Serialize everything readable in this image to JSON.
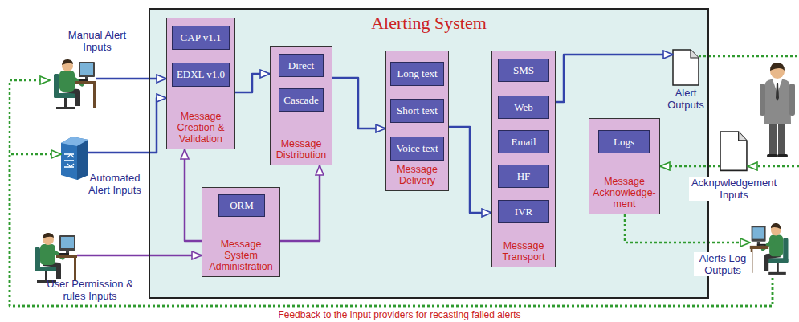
{
  "diagram": {
    "nodes": [
      {
        "text": [
          "Alerting System"
        ]
      },
      {
        "text": [
          "Message Creation & Validation"
        ],
        "in": 0
      },
      {
        "text": [
          "CAP v1.1"
        ],
        "in": 1
      },
      {
        "text": [
          "EDXL v1.0"
        ],
        "in": 1
      },
      {
        "text": [
          "Message Distribution"
        ],
        "in": 0
      },
      {
        "text": [
          "Direct"
        ],
        "in": 4
      },
      {
        "text": [
          "Cascade"
        ],
        "in": 4
      },
      {
        "text": [
          "Message Delivery"
        ],
        "in": 0
      },
      {
        "text": [
          "Long text"
        ],
        "in": 7
      },
      {
        "text": [
          "Short text"
        ],
        "in": 7
      },
      {
        "text": [
          "Voice text"
        ],
        "in": 7
      },
      {
        "text": [
          "Message Transport"
        ],
        "in": 0
      },
      {
        "text": [
          "SMS"
        ],
        "in": 11
      },
      {
        "text": [
          "Web"
        ],
        "in": 11
      },
      {
        "text": [
          "Email"
        ],
        "in": 11
      },
      {
        "text": [
          "HF"
        ],
        "in": 11
      },
      {
        "text": [
          "IVR"
        ],
        "in": 11
      },
      {
        "text": [
          "Message Acknowledge-ment"
        ],
        "in": 0
      },
      {
        "text": [
          "Logs"
        ],
        "in": 17
      },
      {
        "text": [
          "Message System Administration"
        ],
        "in": 0
      },
      {
        "text": [
          "ORM"
        ],
        "in": 19
      },
      {
        "text": [
          "Manual Alert Inputs"
        ]
      },
      {
        "text": [
          "Automated Alert Inputs"
        ]
      },
      {
        "text": [
          "User Permission & rules Inputs"
        ]
      },
      {
        "text": [
          "Alert Outputs"
        ]
      },
      {
        "text": [
          "Acknpwledgement Inputs"
        ]
      },
      {
        "text": [
          "Alerts Log Outputs"
        ]
      }
    ],
    "edges": [
      {
        "from": 21,
        "to": 1,
        "arrow": "to"
      },
      {
        "from": 22,
        "to": 1,
        "arrow": "to"
      },
      {
        "from": 23,
        "to": 19,
        "arrow": "to"
      },
      {
        "from": 19,
        "to": 1,
        "arrow": "to"
      },
      {
        "from": 19,
        "to": 4,
        "arrow": "to"
      },
      {
        "from": 1,
        "to": 4,
        "arrow": "to"
      },
      {
        "from": 4,
        "to": 7,
        "arrow": "to"
      },
      {
        "from": 7,
        "to": 11,
        "arrow": "to"
      },
      {
        "from": 11,
        "to": 24,
        "arrow": "to"
      },
      {
        "from": 25,
        "to": 17,
        "arrow": "to"
      },
      {
        "from": 17,
        "to": 26,
        "arrow": "to"
      },
      {
        "from": 26,
        "to": 21,
        "arrow": "to"
      },
      {
        "from": 26,
        "to": 22,
        "arrow": "to"
      }
    ],
    "labels": [
      "Feedback to the input providers for recasting failed alerts"
    ]
  }
}
